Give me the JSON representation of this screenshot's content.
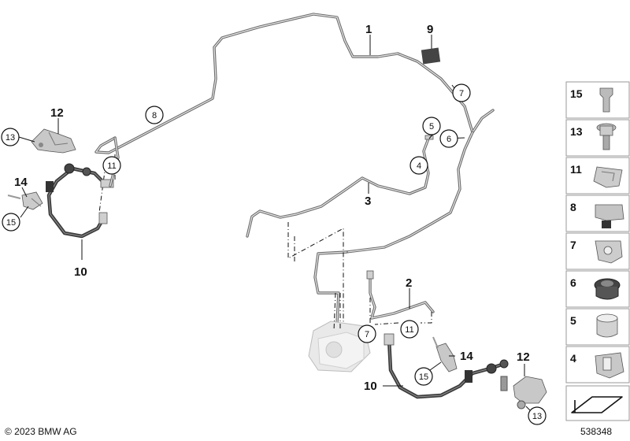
{
  "callouts": {
    "c1": "1",
    "c2": "2",
    "c3": "3",
    "c4": "4",
    "c5": "5",
    "c6": "6",
    "c7a": "7",
    "c7b": "7",
    "c8": "8",
    "c9": "9",
    "c10a": "10",
    "c10b": "10",
    "c11a": "11",
    "c11b": "11",
    "c12a": "12",
    "c12b": "12",
    "c13a": "13",
    "c13b": "13",
    "c14a": "14",
    "c14b": "14",
    "c15a": "15",
    "c15b": "15"
  },
  "legend": [
    "15",
    "13",
    "11",
    "8",
    "7",
    "6",
    "5",
    "4"
  ],
  "footer": {
    "copyright": "© 2023 BMW AG",
    "diagram_id": "538348"
  }
}
